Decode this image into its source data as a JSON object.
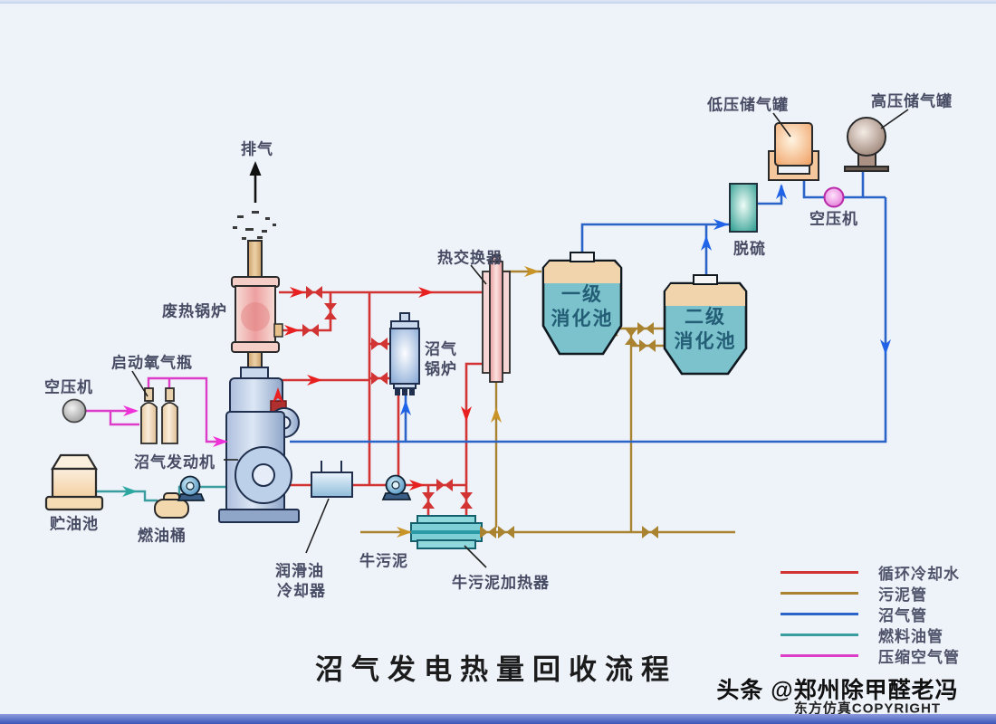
{
  "title": "沼气发电热量回收流程",
  "labels": {
    "exhaust": "排气",
    "waste_heat_boiler": "废热锅炉",
    "startup_oxygen_bottles": "启动氧气瓶",
    "air_compressor_left": "空压机",
    "biogas_engine": "沼气发动机",
    "oil_storage_pool": "贮油池",
    "fuel_oil_barrel": "燃油桶",
    "lube_oil_cooler_line1": "润滑油",
    "lube_oil_cooler_line2": "冷却器",
    "cow_sludge": "牛污泥",
    "cow_sludge_heater": "牛污泥加热器",
    "heat_exchanger": "热交换器",
    "biogas_boiler_line1": "沼气",
    "biogas_boiler_line2": "锅炉",
    "primary_digester_line1": "一级",
    "primary_digester_line2": "消化池",
    "secondary_digester_line1": "二级",
    "secondary_digester_line2": "消化池",
    "desulfurization": "脱硫",
    "low_pressure_gas_tank": "低压储气罐",
    "high_pressure_gas_tank": "高压储气罐",
    "air_compressor_right": "空压机"
  },
  "legend": {
    "items": [
      {
        "key": "cooling",
        "label": "循环冷却水",
        "color": "#d23333"
      },
      {
        "key": "sludge",
        "label": "污泥管",
        "color": "#a9832f"
      },
      {
        "key": "biogas",
        "label": "沼气管",
        "color": "#2b64c8"
      },
      {
        "key": "fuel",
        "label": "燃料油管",
        "color": "#3a9ea0"
      },
      {
        "key": "air",
        "label": "压缩空气管",
        "color": "#dd3cc8"
      }
    ]
  },
  "watermark": {
    "line1": "头条 @郑州除甲醛老冯",
    "line2": "东方仿真COPYRIGHT"
  }
}
